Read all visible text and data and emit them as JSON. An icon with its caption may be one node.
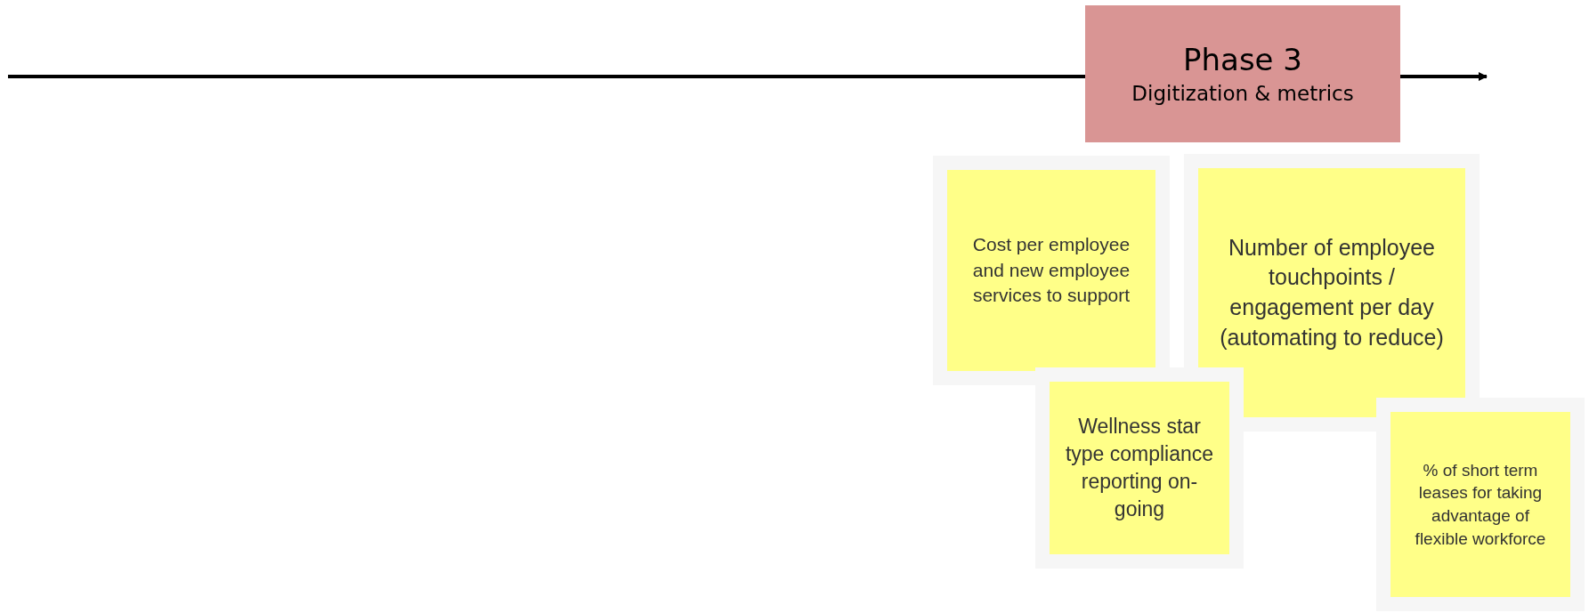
{
  "diagram": {
    "nodes": [
      {
        "text": [
          "Phase 3",
          "Digitization & metrics"
        ]
      },
      {
        "text": [
          "Cost per employee and new employee services to support"
        ]
      },
      {
        "text": [
          "Number of employee touchpoints / engagement per day (automating to reduce)"
        ]
      },
      {
        "text": [
          "Wellness star type compliance reporting on-going"
        ]
      },
      {
        "text": [
          "% of short term leases for taking advantage of flexible workforce"
        ]
      }
    ],
    "edges": []
  }
}
